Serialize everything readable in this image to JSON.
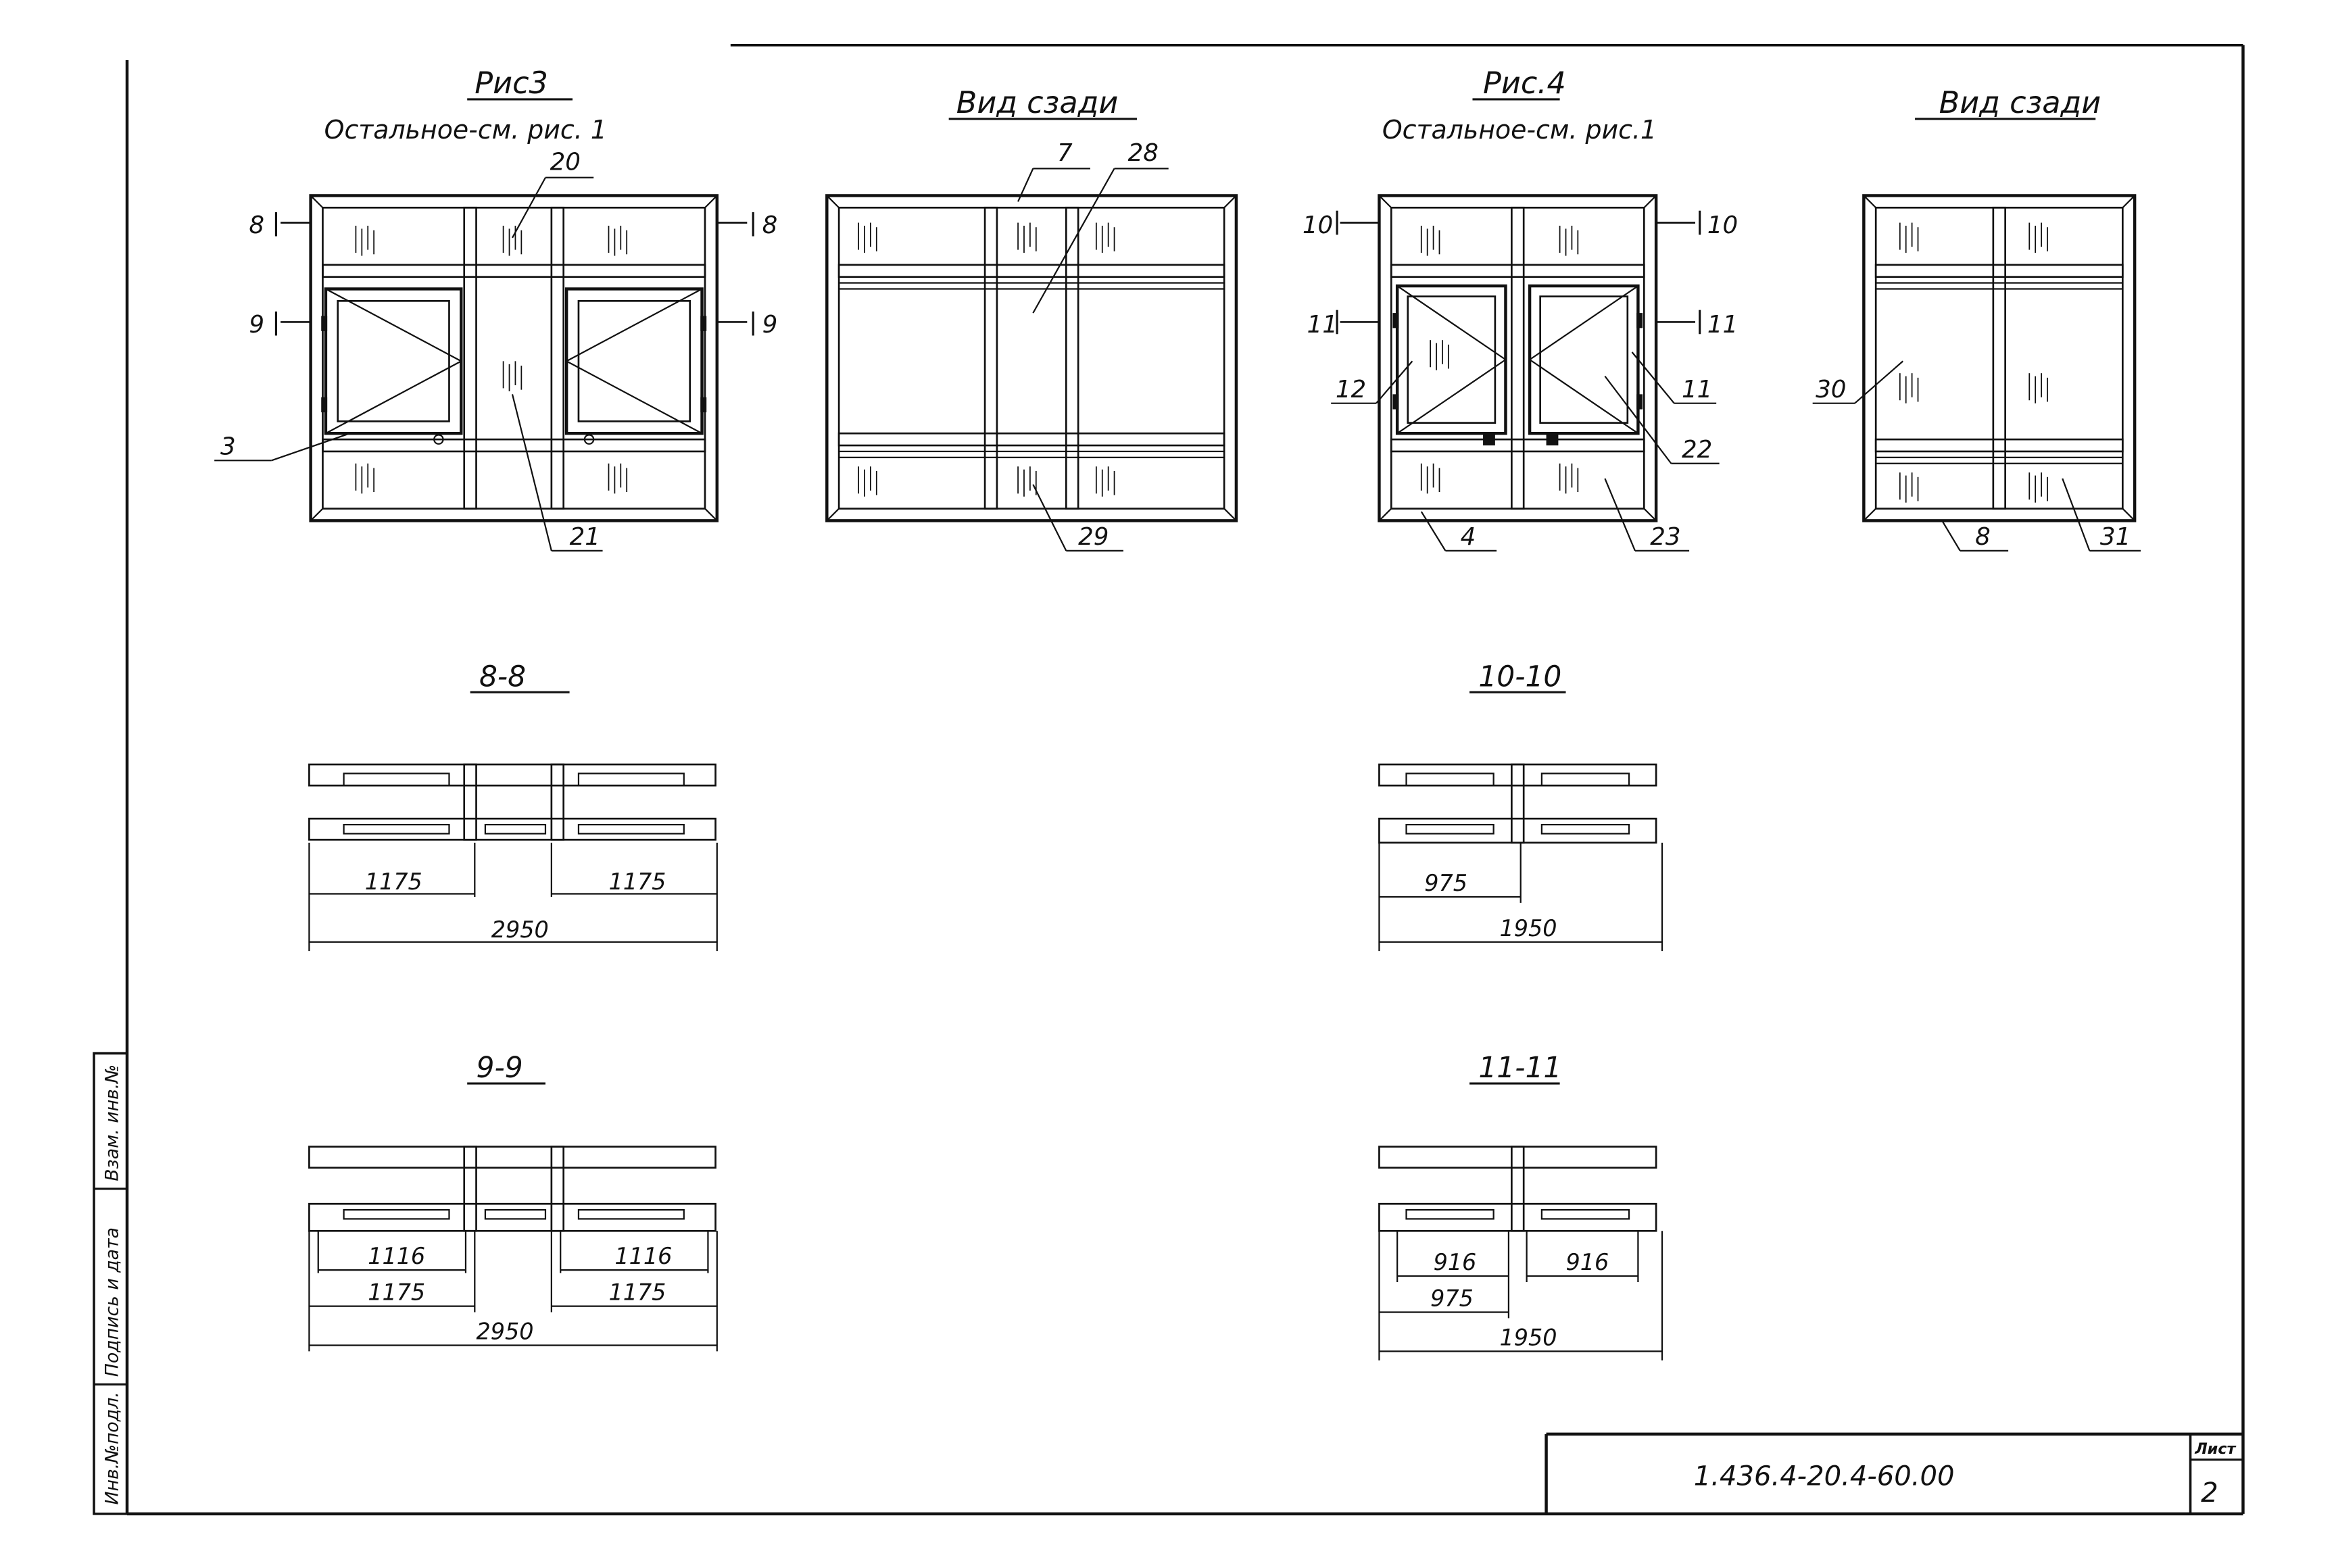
{
  "figures": {
    "fig3": {
      "title": "Рис3",
      "subtitle": "Остальное-см. рис. 1",
      "labels": [
        "20",
        "3",
        "21",
        "8",
        "8",
        "9",
        "9"
      ]
    },
    "back3": {
      "title": "Вид сзади",
      "labels": [
        "7",
        "28",
        "29"
      ]
    },
    "fig4": {
      "title": "Рис.4",
      "subtitle": "Остальное-см. рис.1",
      "labels": [
        "10",
        "10",
        "11",
        "11",
        "12",
        "11",
        "22",
        "4",
        "23"
      ]
    },
    "back4": {
      "title": "Вид сзади",
      "labels": [
        "30",
        "8",
        "31"
      ]
    }
  },
  "sections": {
    "s88": {
      "title": "8-8",
      "dims": [
        "1175",
        "1175",
        "2950"
      ]
    },
    "s99": {
      "title": "9-9",
      "dims": [
        "1116",
        "1116",
        "1175",
        "1175",
        "2950"
      ]
    },
    "s1010": {
      "title": "10-10",
      "dims": [
        "975",
        "1950"
      ]
    },
    "s1111": {
      "title": "11-11",
      "dims": [
        "916",
        "916",
        "975",
        "1950"
      ]
    }
  },
  "side_stamp": [
    "Инв.№подл.",
    "Подпись и дата",
    "Взам. инв.№"
  ],
  "title_block": {
    "code": "1.436.4-20.4-60.00",
    "sheet_label": "Лист",
    "sheet_no": "2"
  }
}
